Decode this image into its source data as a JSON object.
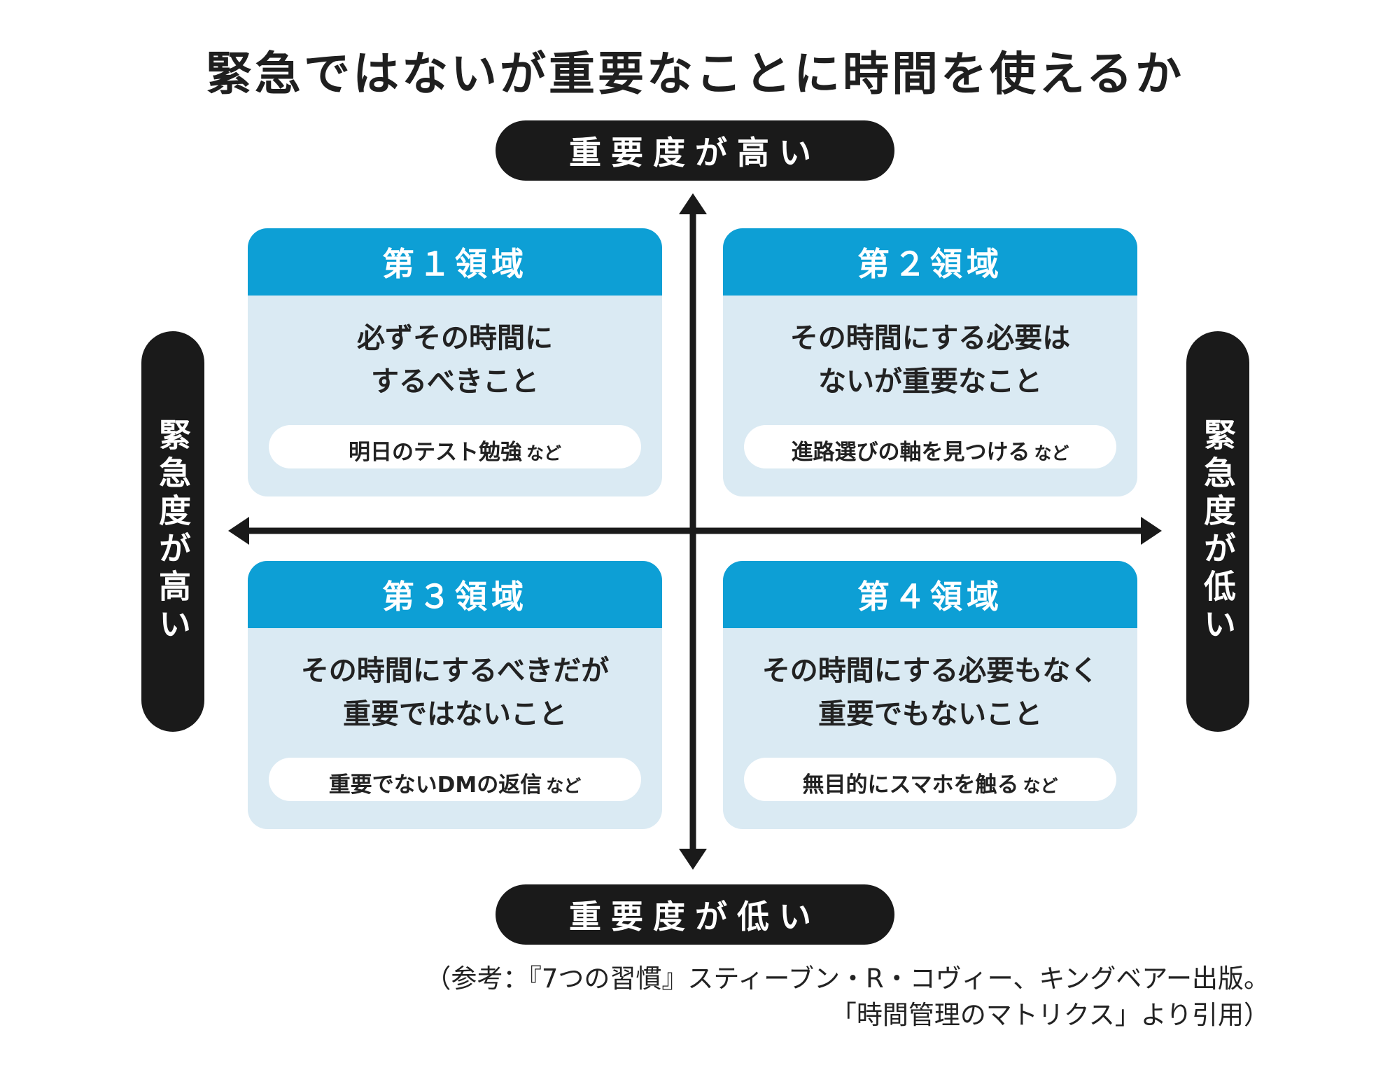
{
  "title": "緊急ではないが重要なことに時間を使えるか",
  "axes": {
    "top": "重要度が高い",
    "bottom": "重要度が低い",
    "left": "緊急度が高い",
    "right": "緊急度が低い"
  },
  "quadrants": [
    {
      "title": "第１領域",
      "line1": "必ずその時間に",
      "line2": "するべきこと",
      "example": "明日のテスト勉強",
      "suffix": "など"
    },
    {
      "title": "第２領域",
      "line1": "その時間にする必要は",
      "line2": "ないが重要なこと",
      "example": "進路選びの軸を見つける",
      "suffix": "など"
    },
    {
      "title": "第３領域",
      "line1": "その時間にするべきだが",
      "line2": "重要ではないこと",
      "example": "重要でないDMの返信",
      "suffix": "など"
    },
    {
      "title": "第４領域",
      "line1": "その時間にする必要もなく",
      "line2": "重要でもないこと",
      "example": "無目的にスマホを触る",
      "suffix": "など"
    }
  ],
  "source": {
    "line1": "（参考：『7つの習慣』スティーブン・R・コヴィー、キングベアー出版。",
    "line2": "「時間管理のマトリクス」より引用）"
  },
  "colors": {
    "header": "#0d9fd5",
    "card": "#daeaf3",
    "pill": "#1a1a1a",
    "axis": "#1a1a1a"
  }
}
